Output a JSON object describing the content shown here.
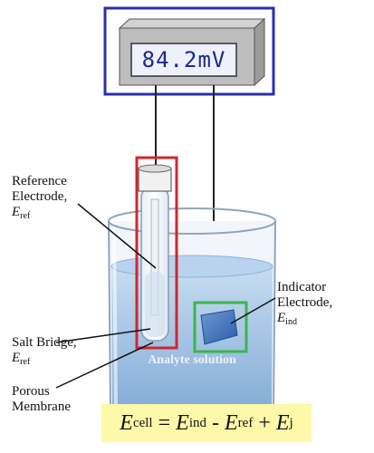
{
  "meter": {
    "reading": "84.2mV",
    "display_color": "#1b2a8a"
  },
  "labels": {
    "reference": {
      "line1": "Reference",
      "line2": "Electrode,",
      "symbol": "E",
      "sub": "ref"
    },
    "salt_bridge": {
      "line1": "Salt Bridge,",
      "symbol": "E",
      "sub": "ref"
    },
    "porous": {
      "line1": "Porous",
      "line2": "Membrane"
    },
    "indicator": {
      "line1": "Indicator",
      "line2": "Electrode,",
      "symbol": "E",
      "sub": "ind"
    },
    "solution": "Analyte solution"
  },
  "equation": {
    "lhs_symbol": "E",
    "lhs_sub": "cell",
    "equals": " = ",
    "t1_symbol": "E",
    "t1_sub": "ind",
    "op1": " - ",
    "t2_symbol": "E",
    "t2_sub": "ref",
    "op2": " + ",
    "t3_symbol": "E",
    "t3_sub": "j"
  },
  "colors": {
    "meter_box_outline": "#2a2fa8",
    "reference_box_outline": "#d0272d",
    "indicator_box_outline": "#3bb54a",
    "equation_background": "#fdf9a8",
    "solution": "#9ec3e6"
  }
}
